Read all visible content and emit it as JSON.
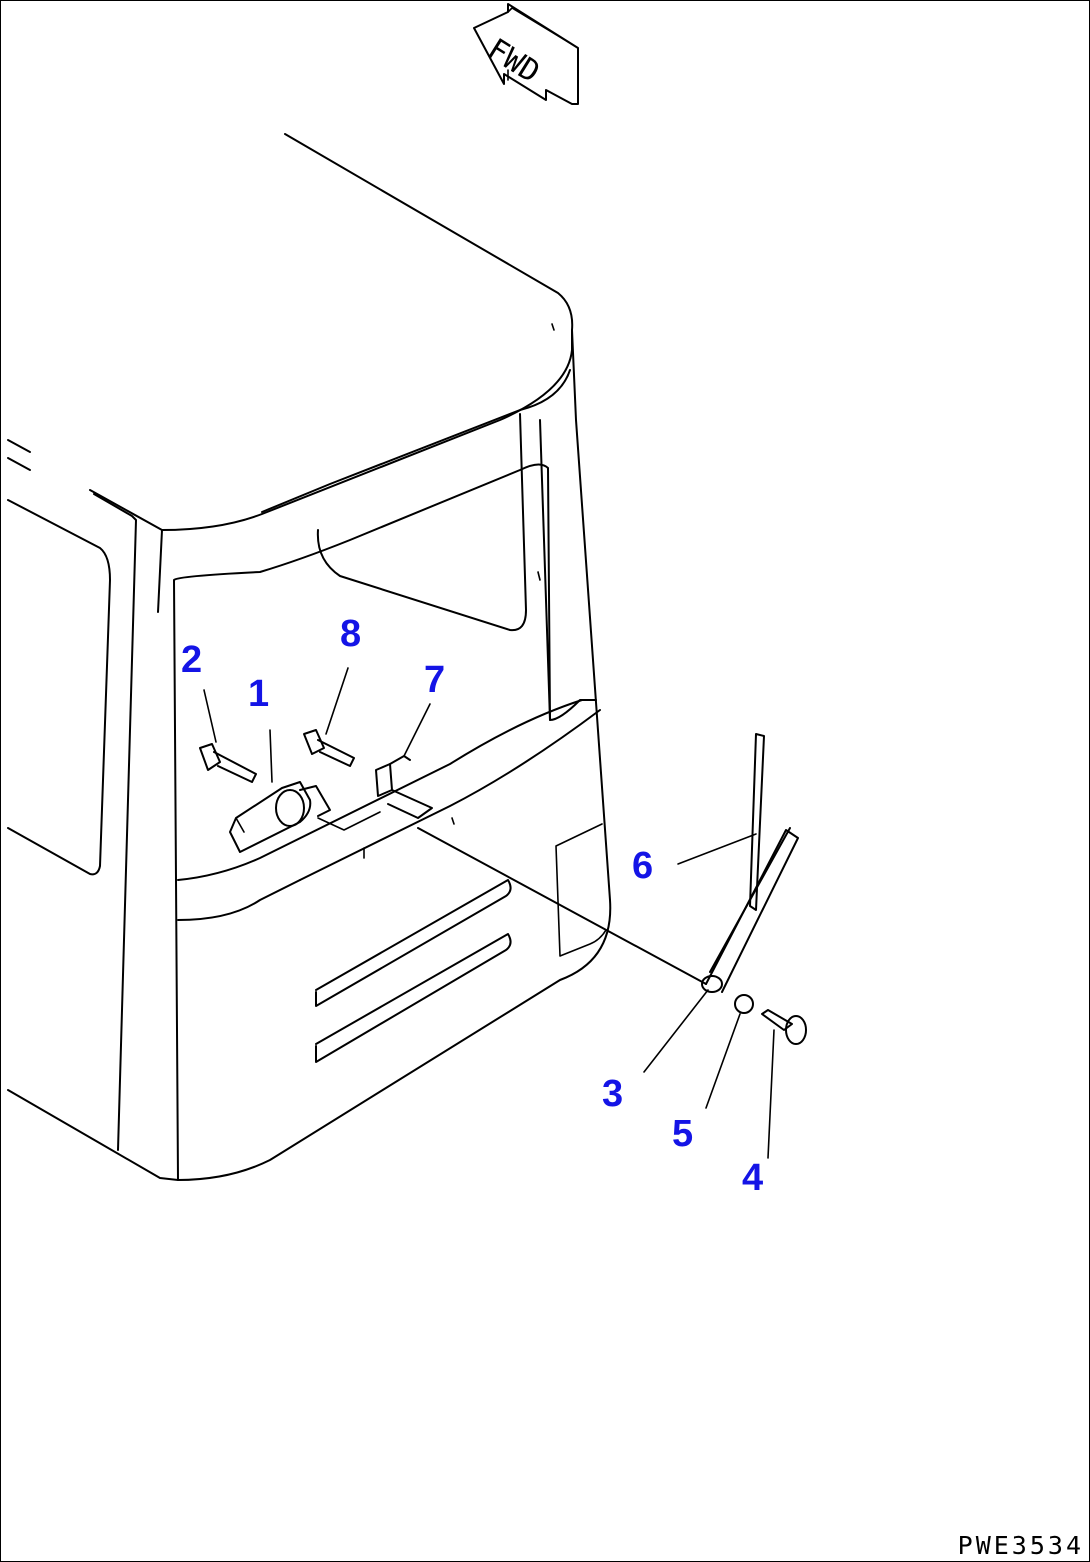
{
  "direction_marker": "FWD",
  "drawing_number": "PWE3534",
  "callout_color": "#1414e6",
  "callouts": [
    {
      "id": "1",
      "part": "wiper-motor"
    },
    {
      "id": "2",
      "part": "bolt"
    },
    {
      "id": "3",
      "part": "wiper-arm-hub"
    },
    {
      "id": "4",
      "part": "bolt"
    },
    {
      "id": "5",
      "part": "washer"
    },
    {
      "id": "6",
      "part": "wiper-blade-and-arm"
    },
    {
      "id": "7",
      "part": "bracket"
    },
    {
      "id": "8",
      "part": "bolt"
    }
  ]
}
